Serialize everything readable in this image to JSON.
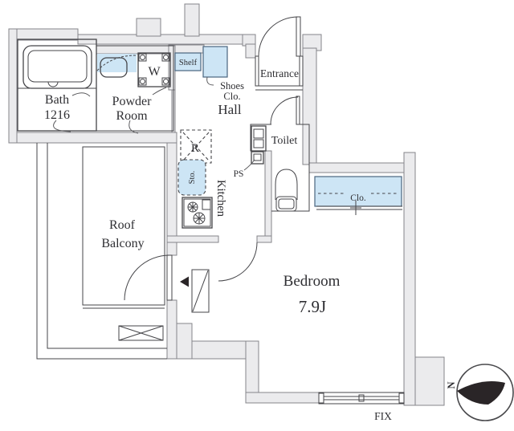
{
  "plan": {
    "labels": {
      "bath_line1": "Bath",
      "bath_line2": "1216",
      "powder_line1": "Powder",
      "powder_line2": "Room",
      "washer": "W",
      "shelf": "Shelf",
      "shoes_line1": "Shoes",
      "shoes_line2": "Clo.",
      "hall": "Hall",
      "entrance": "Entrance",
      "toilet": "Toilet",
      "ps": "PS",
      "fridge": "R",
      "storage": "Sto.",
      "kitchen": "Kitchen",
      "closet": "Clo.",
      "roof_line1": "Roof",
      "roof_line2": "Balcony",
      "bedroom": "Bedroom",
      "bedroom_size": "7.9J",
      "fix_window": "FIX",
      "north": "N"
    },
    "colors": {
      "wall": "#ebebed",
      "wall_line": "#85858a",
      "line": "#454549",
      "blue": "#cde5f5",
      "blue_line": "#4a657e",
      "text": "#2f2f33"
    }
  }
}
